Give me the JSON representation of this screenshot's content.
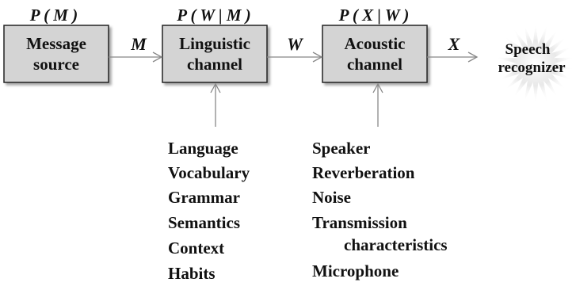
{
  "blocks": {
    "message_source": {
      "prob": "P ( M )",
      "line1": "Message",
      "line2": "source"
    },
    "linguistic_channel": {
      "prob": "P ( W | M )",
      "line1": "Linguistic",
      "line2": "channel"
    },
    "acoustic_channel": {
      "prob": "P ( X | W )",
      "line1": "Acoustic",
      "line2": "channel"
    }
  },
  "signals": {
    "m": "M",
    "w": "W",
    "x": "X"
  },
  "recognizer": {
    "line1": "Speech",
    "line2": "recognizer"
  },
  "linguistic_factors": [
    "Language",
    "Vocabulary",
    "Grammar",
    "Semantics",
    "Context",
    "Habits"
  ],
  "acoustic_factors": {
    "speaker": "Speaker",
    "reverberation": "Reverberation",
    "noise": "Noise",
    "transmission_1": "Transmission",
    "transmission_2": "characteristics",
    "microphone": "Microphone"
  },
  "colors": {
    "box_fill": "#d4d4d4",
    "box_stroke": "#222222",
    "arrow": "#888888",
    "text": "#111111"
  }
}
